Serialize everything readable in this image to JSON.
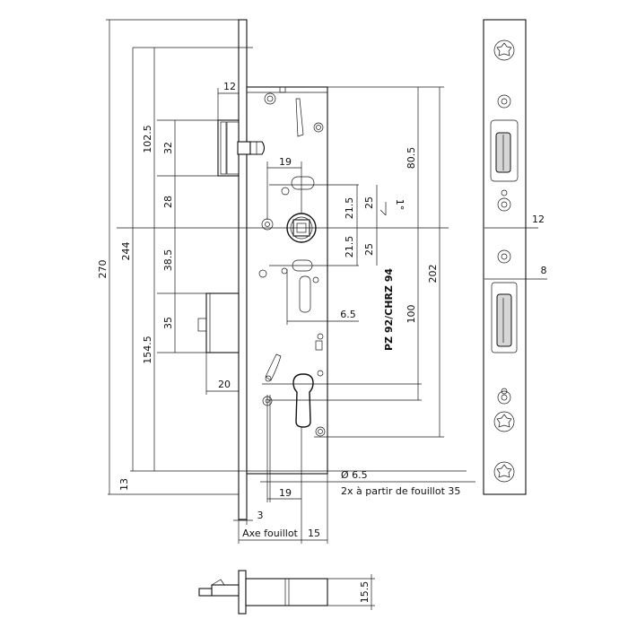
{
  "dimensions": {
    "overall_height": "270",
    "height_244": "244",
    "upper_102_5": "102.5",
    "lower_154_5": "154.5",
    "latch_32": "32",
    "latch_28": "28",
    "bolt_38_5": "38.5",
    "bolt_35": "35",
    "bottom_13": "13",
    "top_12": "12",
    "latch_19": "19",
    "bolt_20": "20",
    "h_21_5_a": "21.5",
    "h_25_a": "25",
    "h_21_5_b": "21.5",
    "h_25_b": "25",
    "angle_1deg": "1°",
    "h_80_5": "80.5",
    "h_202": "202",
    "h_100": "100",
    "w_6_5": "6.5",
    "diam_6_5": "Ø 6.5",
    "bottom_19": "19",
    "offset_3": "3",
    "axe_fouillot": "Axe fouillot",
    "w_15": "15",
    "faceplate_12": "12",
    "faceplate_8": "8",
    "bottom_view_15_5": "15.5"
  },
  "labels": {
    "cylinder": "PZ 92/CHRZ 94",
    "note": "2x à partir de fouillot 35"
  }
}
